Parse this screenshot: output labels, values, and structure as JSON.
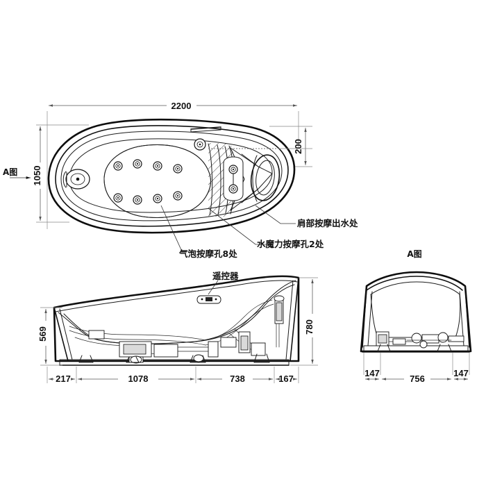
{
  "sheet": {
    "background": "#ffffff",
    "line_color": "#111111",
    "dim_color": "#555555"
  },
  "views": {
    "top": {
      "name_label": "A图",
      "dimensions": {
        "overall_length": "2200",
        "overall_width": "1050",
        "offset_right": "200"
      },
      "callouts": [
        {
          "id": "shoulder",
          "text": "肩部按摩出水处"
        },
        {
          "id": "hydro",
          "text": "水魔力按摩孔2处"
        },
        {
          "id": "bubble",
          "text": "气泡按摩孔8处"
        }
      ],
      "jet_counts": {
        "bubble_jets": 8,
        "hydro_jets": 2,
        "shoulder_jets": 1
      }
    },
    "front": {
      "callouts": [
        {
          "id": "remote",
          "text": "遥控器"
        }
      ],
      "dimensions": {
        "left_height": "569",
        "right_height": "780",
        "base_left": "217",
        "base_mid": "1078",
        "base_right": "738",
        "base_far_right": "167"
      }
    },
    "section": {
      "title": "A图",
      "dimensions": {
        "left_offset": "147",
        "width": "756",
        "right_offset": "147"
      }
    }
  }
}
